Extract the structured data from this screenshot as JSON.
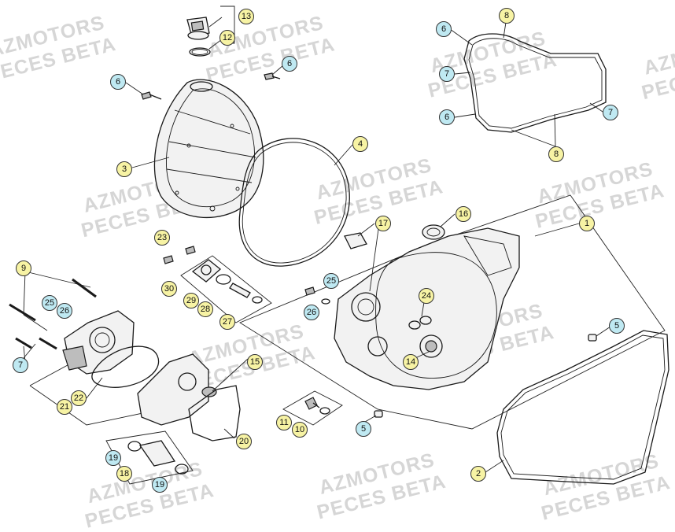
{
  "watermark": {
    "line1": "AZMOTORS",
    "line2": "PECES BETA"
  },
  "colors": {
    "callout_yellow": "#f7f3a4",
    "callout_blue": "#bfe9f2",
    "line": "#1a1a1a",
    "watermark": "#d6d6d6"
  },
  "callouts": [
    {
      "id": "c13",
      "label": "13",
      "color": "yellow"
    },
    {
      "id": "c12",
      "label": "12",
      "color": "yellow"
    },
    {
      "id": "c6a",
      "label": "6",
      "color": "blue"
    },
    {
      "id": "c6b",
      "label": "6",
      "color": "blue"
    },
    {
      "id": "c3",
      "label": "3",
      "color": "yellow"
    },
    {
      "id": "c4",
      "label": "4",
      "color": "yellow"
    },
    {
      "id": "c6c",
      "label": "6",
      "color": "blue"
    },
    {
      "id": "c8a",
      "label": "8",
      "color": "yellow"
    },
    {
      "id": "c7a",
      "label": "7",
      "color": "blue"
    },
    {
      "id": "c6d",
      "label": "6",
      "color": "blue"
    },
    {
      "id": "c7b",
      "label": "7",
      "color": "blue"
    },
    {
      "id": "c8b",
      "label": "8",
      "color": "yellow"
    },
    {
      "id": "c16",
      "label": "16",
      "color": "yellow"
    },
    {
      "id": "c17",
      "label": "17",
      "color": "yellow"
    },
    {
      "id": "c1",
      "label": "1",
      "color": "yellow"
    },
    {
      "id": "c23",
      "label": "23",
      "color": "yellow"
    },
    {
      "id": "c9",
      "label": "9",
      "color": "yellow"
    },
    {
      "id": "c30",
      "label": "30",
      "color": "yellow"
    },
    {
      "id": "c29",
      "label": "29",
      "color": "yellow"
    },
    {
      "id": "c28",
      "label": "28",
      "color": "yellow"
    },
    {
      "id": "c27",
      "label": "27",
      "color": "yellow"
    },
    {
      "id": "c25a",
      "label": "25",
      "color": "blue"
    },
    {
      "id": "c26a",
      "label": "26",
      "color": "blue"
    },
    {
      "id": "c25b",
      "label": "25",
      "color": "blue"
    },
    {
      "id": "c26b",
      "label": "26",
      "color": "blue"
    },
    {
      "id": "c24",
      "label": "24",
      "color": "yellow"
    },
    {
      "id": "c14",
      "label": "14",
      "color": "yellow"
    },
    {
      "id": "c5a",
      "label": "5",
      "color": "blue"
    },
    {
      "id": "c7c",
      "label": "7",
      "color": "blue"
    },
    {
      "id": "c15",
      "label": "15",
      "color": "yellow"
    },
    {
      "id": "c22",
      "label": "22",
      "color": "yellow"
    },
    {
      "id": "c21",
      "label": "21",
      "color": "yellow"
    },
    {
      "id": "c20",
      "label": "20",
      "color": "yellow"
    },
    {
      "id": "c11",
      "label": "11",
      "color": "yellow"
    },
    {
      "id": "c10",
      "label": "10",
      "color": "yellow"
    },
    {
      "id": "c5b",
      "label": "5",
      "color": "blue"
    },
    {
      "id": "c19a",
      "label": "19",
      "color": "blue"
    },
    {
      "id": "c18",
      "label": "18",
      "color": "yellow"
    },
    {
      "id": "c19b",
      "label": "19",
      "color": "blue"
    },
    {
      "id": "c2",
      "label": "2",
      "color": "yellow"
    }
  ]
}
